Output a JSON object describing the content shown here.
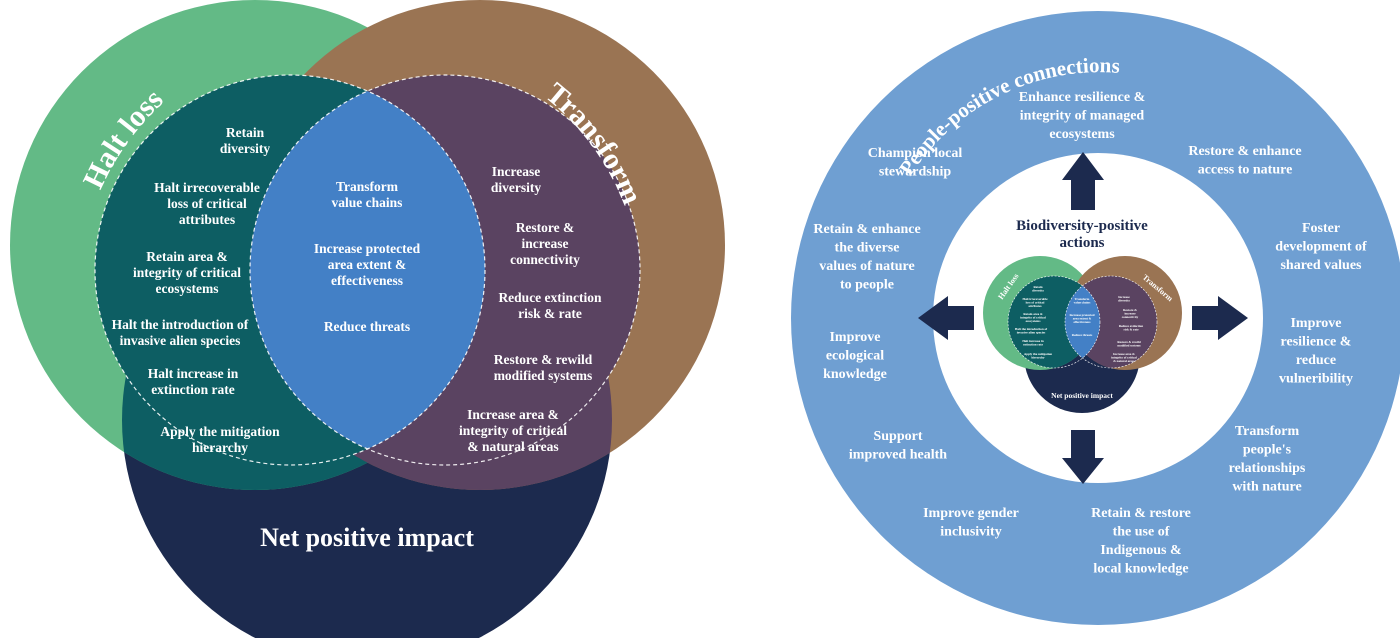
{
  "colors": {
    "halt_loss": "#63ba86",
    "transform": "#9a7453",
    "net_positive": "#1c2a4e",
    "teal_overlap": "#0d5e63",
    "purple_overlap": "#5a4361",
    "center_overlap": "#4380c6",
    "outer_ring": "#6f9fd2",
    "arrow": "#1c2a4e"
  },
  "left": {
    "halt_loss_title": "Halt loss",
    "transform_title": "Transform",
    "net_positive_title": "Net positive impact",
    "halt_items": [
      [
        "Retain",
        "diversity"
      ],
      [
        "Halt irrecoverable",
        "loss of critical",
        "attributes"
      ],
      [
        "Retain area &",
        "integrity of critical",
        "ecosystems"
      ],
      [
        "Halt the introduction of",
        "invasive alien species"
      ],
      [
        "Halt increase in",
        "extinction rate"
      ],
      [
        "Apply the mitigation",
        "hierarchy"
      ]
    ],
    "center_items": [
      [
        "Transform",
        "value chains"
      ],
      [
        "Increase protected",
        "area extent &",
        "effectiveness"
      ],
      [
        "Reduce threats"
      ]
    ],
    "transform_items": [
      [
        "Increase",
        "diversity"
      ],
      [
        "Restore &",
        "increase",
        "connectivity"
      ],
      [
        "Reduce extinction",
        "risk & rate"
      ],
      [
        "Restore & rewild",
        "modified systems"
      ],
      [
        "Increase area &",
        "integrity of critical",
        "& natural areas"
      ]
    ]
  },
  "right": {
    "ring_title": "People-positive connections",
    "center_title": [
      "Biodiversity-positive",
      "actions"
    ],
    "mini_halt": "Halt loss",
    "mini_transform": "Transform",
    "mini_net": "Net positive impact",
    "connections": [
      [
        "Enhance resilience &",
        "integrity of managed",
        "ecosystems"
      ],
      [
        "Champion local",
        "stewardship"
      ],
      [
        "Restore & enhance",
        "access to nature"
      ],
      [
        "Retain & enhance",
        "the diverse",
        "values of nature",
        "to people"
      ],
      [
        "Foster",
        "development of",
        "shared values"
      ],
      [
        "Improve",
        "ecological",
        "knowledge"
      ],
      [
        "Improve",
        "resilience &",
        "reduce",
        "vulneribility"
      ],
      [
        "Support",
        "improved health"
      ],
      [
        "Transform",
        "people's",
        "relationships",
        "with nature"
      ],
      [
        "Improve gender",
        "inclusivity"
      ],
      [
        "Retain & restore",
        "the use of",
        "Indigenous &",
        "local knowledge"
      ]
    ]
  }
}
